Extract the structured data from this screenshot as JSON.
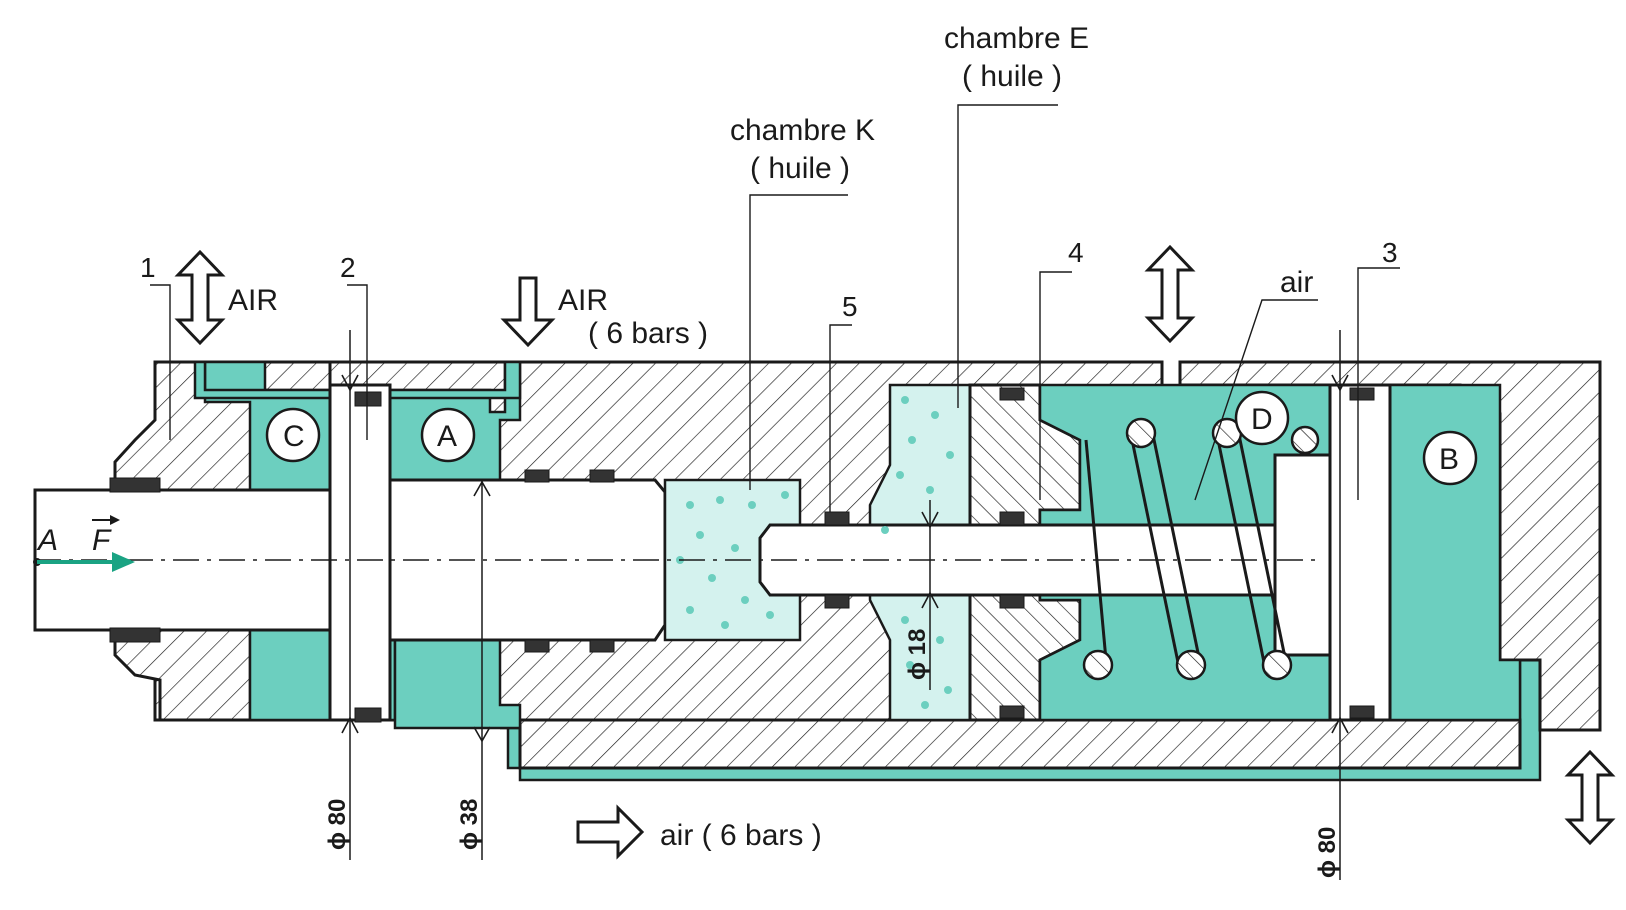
{
  "labels": {
    "air_top_left": "AIR",
    "air_top_mid": "AIR",
    "pressure_top": "( 6 bars )",
    "air_bottom": "air ( 6 bars )",
    "air_spring": "air",
    "chamber_k": "chambre K",
    "chamber_k_oil": "( huile )",
    "chamber_e": "chambre E",
    "chamber_e_oil": "( huile )",
    "force_point": "A",
    "force_vector": "F"
  },
  "part_numbers": [
    "1",
    "2",
    "3",
    "4",
    "5"
  ],
  "chambers": [
    "C",
    "A",
    "D",
    "B"
  ],
  "dimensions": {
    "d_left": "ϕ 80",
    "d_rod": "ϕ 38",
    "d_small": "ϕ 18",
    "d_right": "ϕ 80"
  },
  "colors": {
    "air_fill": "#6ccfbf",
    "oil_fill": "#d4f2ee",
    "force_arrow": "#1aa383"
  }
}
